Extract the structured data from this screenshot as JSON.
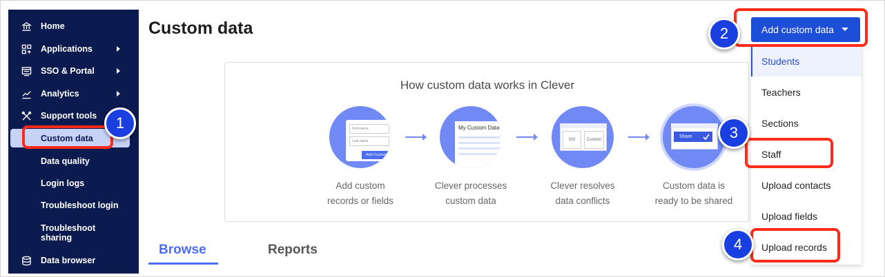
{
  "sidebar": {
    "items": [
      {
        "label": "Home",
        "icon": "bank-icon",
        "has_arrow": false
      },
      {
        "label": "Applications",
        "icon": "apps-grid-icon",
        "has_arrow": true
      },
      {
        "label": "SSO & Portal",
        "icon": "portal-icon",
        "has_arrow": true
      },
      {
        "label": "Analytics",
        "icon": "chart-icon",
        "has_arrow": true
      },
      {
        "label": "Support tools",
        "icon": "tools-icon",
        "has_arrow": false
      },
      {
        "label": "Custom data",
        "icon": "",
        "selected": true
      },
      {
        "label": "Data quality",
        "icon": ""
      },
      {
        "label": "Login logs",
        "icon": ""
      },
      {
        "label": "Troubleshoot login",
        "icon": ""
      },
      {
        "label": "Troubleshoot sharing",
        "icon": ""
      },
      {
        "label": "Data browser",
        "icon": "database-icon"
      }
    ]
  },
  "main": {
    "title": "Custom data",
    "hero": {
      "title": "How custom data works in Clever",
      "steps": [
        {
          "caption_1": "Add custom",
          "caption_2": "records or fields",
          "illus": {
            "field1": "First name",
            "field2": "Last name",
            "button": "Add Custom"
          }
        },
        {
          "caption_1": "Clever processes",
          "caption_2": "custom data",
          "illus": {
            "title": "My Custom Data"
          }
        },
        {
          "caption_1": "Clever resolves",
          "caption_2": "data conflicts",
          "illus": {
            "left": "SIS",
            "right": "Custom"
          }
        },
        {
          "caption_1": "Custom data is",
          "caption_2": "ready to be shared",
          "illus": {
            "button": "Share"
          }
        }
      ]
    },
    "tabs": [
      {
        "label": "Browse",
        "active": true
      },
      {
        "label": "Reports",
        "active": false
      }
    ]
  },
  "dropdown": {
    "button_label": "Add custom data",
    "items": [
      "Students",
      "Teachers",
      "Sections",
      "Staff",
      "Upload contacts",
      "Upload fields",
      "Upload records"
    ],
    "active_item": "Students"
  },
  "annotations": {
    "badges": [
      "1",
      "2",
      "3",
      "4"
    ],
    "color": "#ff2a1a",
    "badge_color": "#1a3fe0"
  },
  "colors": {
    "sidebar_bg": "#0b1a4f",
    "accent": "#1d4ed8",
    "illustration": "#7089f5"
  }
}
